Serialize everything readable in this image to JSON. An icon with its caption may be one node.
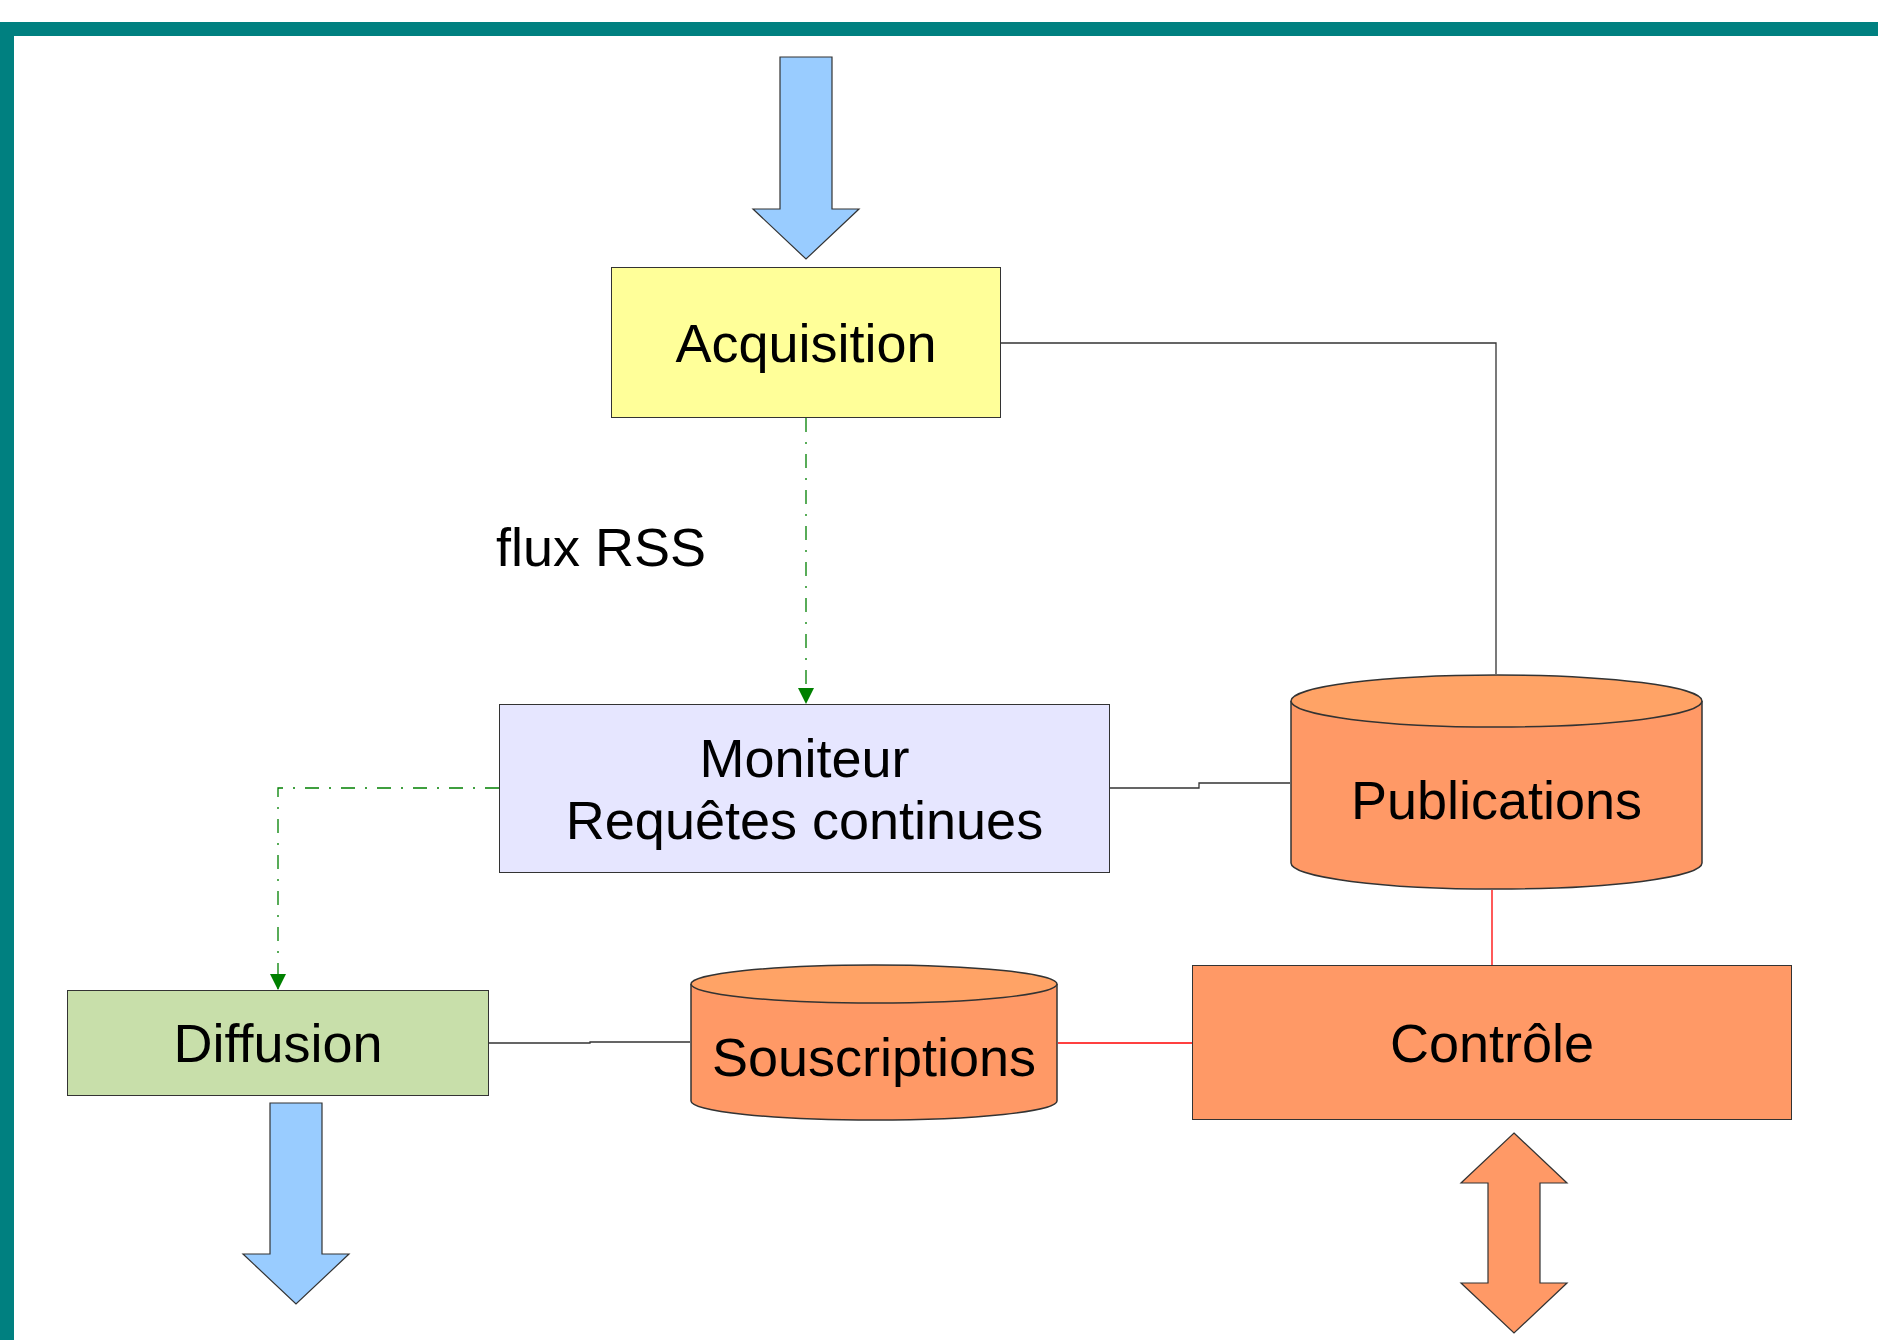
{
  "diagram": {
    "nodes": [
      {
        "text": [
          "Acquisition"
        ]
      },
      {
        "text": [
          "Moniteur",
          "Requêtes continues"
        ]
      },
      {
        "text": [
          "Publications"
        ]
      },
      {
        "text": [
          "Diffusion"
        ]
      },
      {
        "text": [
          "Souscriptions"
        ]
      },
      {
        "text": [
          "Contrôle"
        ]
      }
    ],
    "edges": [
      {
        "from": 0,
        "to": 1,
        "arrow": "to",
        "label": "flux RSS",
        "style": "dashed",
        "color": "#008000"
      },
      {
        "from": 1,
        "to": 3,
        "arrow": "to",
        "style": "dashed",
        "color": "#008000"
      },
      {
        "from": 0,
        "to": 2,
        "arrow": "none"
      },
      {
        "from": 1,
        "to": 2,
        "arrow": "none"
      },
      {
        "from": 2,
        "to": 5,
        "arrow": "none",
        "color": "#ff0000"
      },
      {
        "from": 4,
        "to": 5,
        "arrow": "none",
        "color": "#ff0000"
      },
      {
        "from": 3,
        "to": 4,
        "arrow": "none"
      },
      {
        "from": null,
        "to": 0,
        "arrow": "to",
        "style": "thick",
        "color": "#99ccff"
      },
      {
        "from": 3,
        "to": null,
        "arrow": "to",
        "style": "thick",
        "color": "#99ccff"
      },
      {
        "from": 5,
        "to": null,
        "arrow": "both",
        "style": "thick",
        "color": "#ff9966"
      }
    ]
  }
}
